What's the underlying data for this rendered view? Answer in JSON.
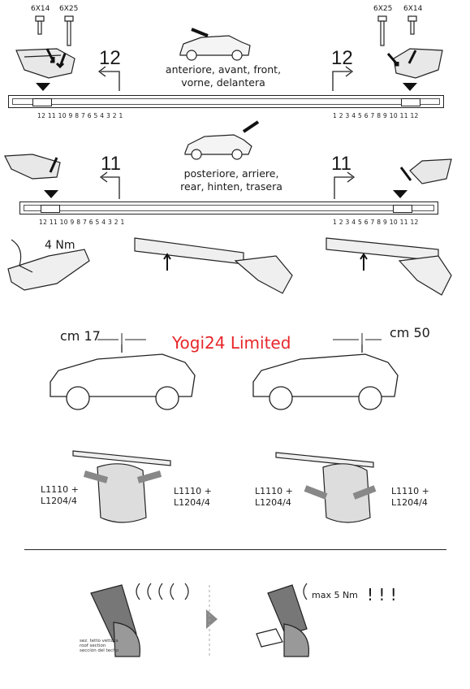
{
  "top_section": {
    "screw_left_1": "6X14",
    "screw_left_2": "6X25",
    "screw_right_1": "6X25",
    "screw_right_2": "6X14",
    "pos_left": "12",
    "pos_right": "12",
    "front_label": "anteriore, avant, front,\nvorne, delantera",
    "scale_left": "12 11 10 9 8 7 6 5 4 3 2 1",
    "scale_right": "1 2 3 4 5 6 7 8 9 10 11 12"
  },
  "middle_section": {
    "pos_left": "11",
    "pos_right": "11",
    "rear_label": "posteriore, arriere,\nrear, hinten, trasera",
    "scale_left": "12 11 10 9 8 7 6 5 4 3 2 1",
    "scale_right": "1 2 3 4 5 6 7 8 9 10 11 12"
  },
  "torque_section": {
    "torque": "4 Nm"
  },
  "measure_section": {
    "front_distance": "cm 17",
    "rear_distance": "cm 50",
    "brand": "Yogi24 Limited"
  },
  "fit_section": {
    "kit_left_a": "L1110 +\nL1204/4",
    "kit_right_a": "L1110 +\nL1204/4",
    "kit_left_b": "L1110 +\nL1204/4",
    "kit_right_b": "L1110 +\nL1204/4"
  },
  "bottom_section": {
    "roof_section": "sez. tetto vettura\nroof section\nsección del techo",
    "max_torque": "max 5 Nm",
    "warning": "! ! !"
  }
}
